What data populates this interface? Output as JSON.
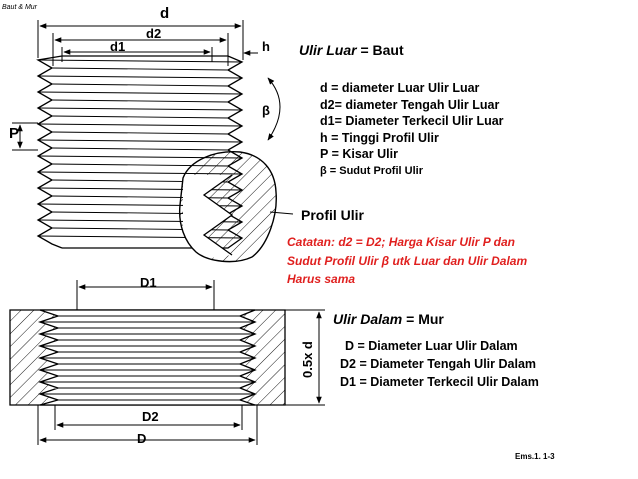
{
  "corner_label": "Baut & Mur",
  "external": {
    "title_italic": "Ulir Luar",
    "title_rest": " = Baut",
    "dims": {
      "d": "d",
      "d2": "d2",
      "d1": "d1",
      "h": "h",
      "P": "P",
      "beta": "β"
    },
    "legend": [
      "d = diameter Luar Ulir Luar",
      "d2= diameter Tengah Ulir Luar",
      "d1= Diameter Terkecil Ulir Luar",
      "h = Tinggi Profil Ulir",
      "P = Kisar Ulir",
      "β = Sudut Profil Ulir"
    ],
    "profile_label": "Profil Ulir"
  },
  "note": [
    "Catatan: d2 = D2; Harga Kisar Ulir P dan",
    "Sudut Profil Ulir β utk Luar dan Ulir Dalam",
    "Harus sama"
  ],
  "internal": {
    "title_italic": "Ulir Dalam",
    "title_rest": " = Mur",
    "dims": {
      "D1": "D1",
      "D2": "D2",
      "D": "D",
      "length": "0.5x d"
    },
    "legend": [
      "D = Diameter Luar Ulir Dalam",
      "D2 = Diameter Tengah Ulir Dalam",
      "D1 = Diameter Terkecil Ulir Dalam"
    ]
  },
  "page_ref": "Ems.1. 1-3",
  "colors": {
    "note": "#e0201f",
    "line": "#000000"
  }
}
